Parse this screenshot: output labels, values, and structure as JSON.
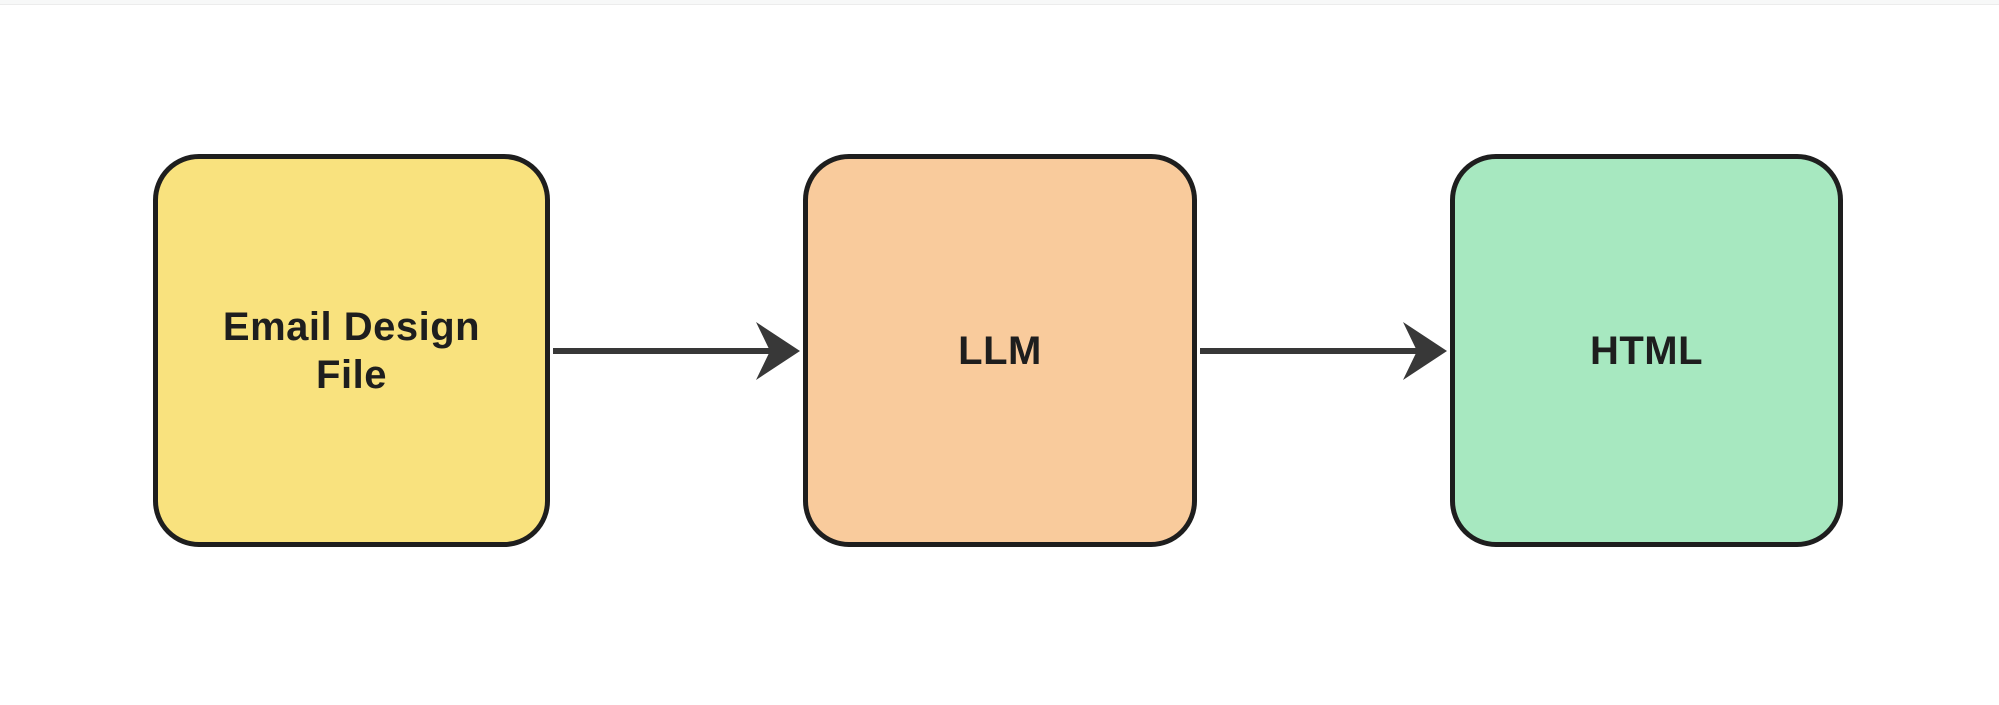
{
  "page": {
    "background": "#ffffff",
    "top_divider_color": "#ececec"
  },
  "diagram": {
    "type": "flowchart",
    "direction": "left-to-right",
    "nodes": [
      {
        "id": "email-design-file",
        "label": "Email Design File",
        "fill": "#F9E27E",
        "border_color": "#1e1e1e",
        "text_color": "#1e1e1e"
      },
      {
        "id": "llm",
        "label": "LLM",
        "fill": "#F9CB9C",
        "border_color": "#1e1e1e",
        "text_color": "#1e1e1e"
      },
      {
        "id": "html",
        "label": "HTML",
        "fill": "#A7E8C0",
        "border_color": "#1e1e1e",
        "text_color": "#1e1e1e"
      }
    ],
    "edges": [
      {
        "from": "email-design-file",
        "to": "llm",
        "color": "#383838",
        "style": "solid",
        "arrowhead": "stealth"
      },
      {
        "from": "llm",
        "to": "html",
        "color": "#383838",
        "style": "solid",
        "arrowhead": "stealth"
      }
    ]
  }
}
